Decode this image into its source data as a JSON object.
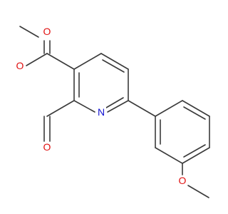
{
  "molecule": {
    "atoms": {
      "n1": {
        "symbol": "N",
        "color": "#1010d0"
      },
      "o_ester_carbonyl": {
        "symbol": "O",
        "color": "#e01010"
      },
      "o_ester_single": {
        "symbol": "O",
        "color": "#e01010"
      },
      "o_aldehyde": {
        "symbol": "O",
        "color": "#e01010"
      },
      "o_methoxy": {
        "symbol": "O",
        "color": "#e01010"
      }
    },
    "bond_color": "#3a3a3a"
  }
}
